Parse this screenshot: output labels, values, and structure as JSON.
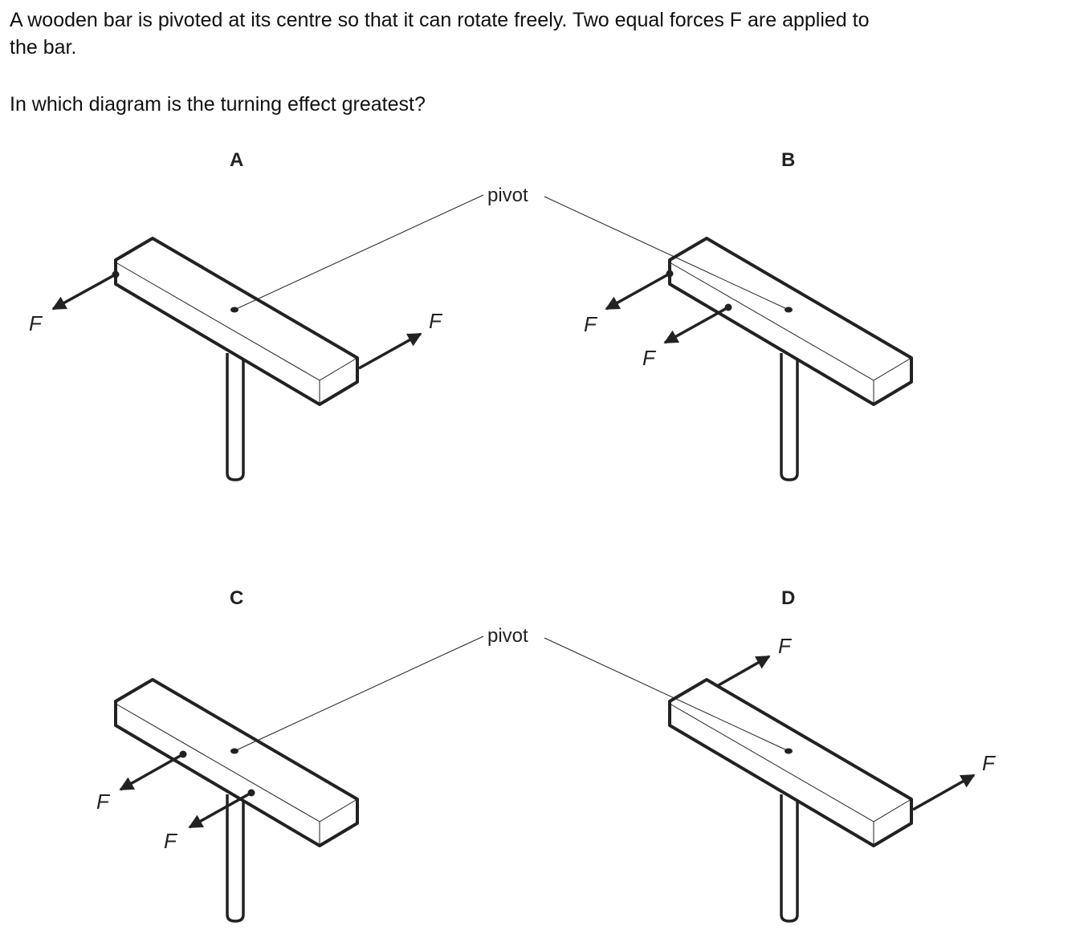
{
  "question": {
    "line1": "A wooden bar is pivoted at its centre so that it can rotate freely. Two equal forces F are applied to",
    "line2": "the bar.",
    "prompt": "In which diagram is the turning effect greatest?"
  },
  "diagrams": [
    {
      "label": "A",
      "forces": [
        "F",
        "F"
      ]
    },
    {
      "label": "B",
      "forces": [
        "F",
        "F"
      ]
    },
    {
      "label": "C",
      "forces": [
        "F",
        "F"
      ]
    },
    {
      "label": "D",
      "forces": [
        "F",
        "F"
      ]
    }
  ],
  "pivot_labels": [
    "pivot",
    "pivot"
  ]
}
